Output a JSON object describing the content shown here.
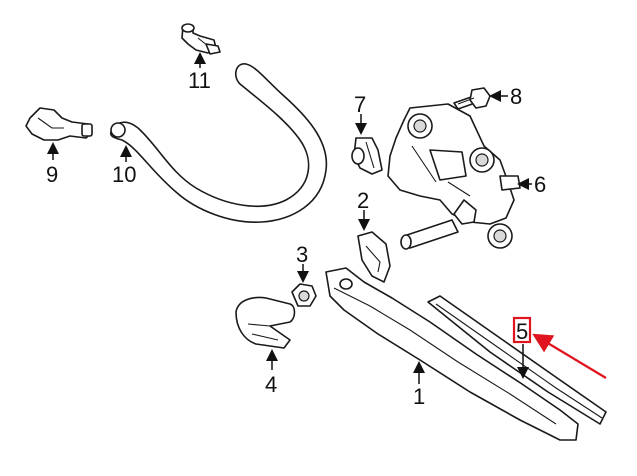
{
  "callouts": {
    "c1": "1",
    "c2": "2",
    "c3": "3",
    "c4": "4",
    "c5": "5",
    "c6": "6",
    "c7": "7",
    "c8": "8",
    "c9": "9",
    "c10": "10",
    "c11": "11"
  },
  "highlight": {
    "target_callout": "5",
    "color": "#e0141e"
  }
}
